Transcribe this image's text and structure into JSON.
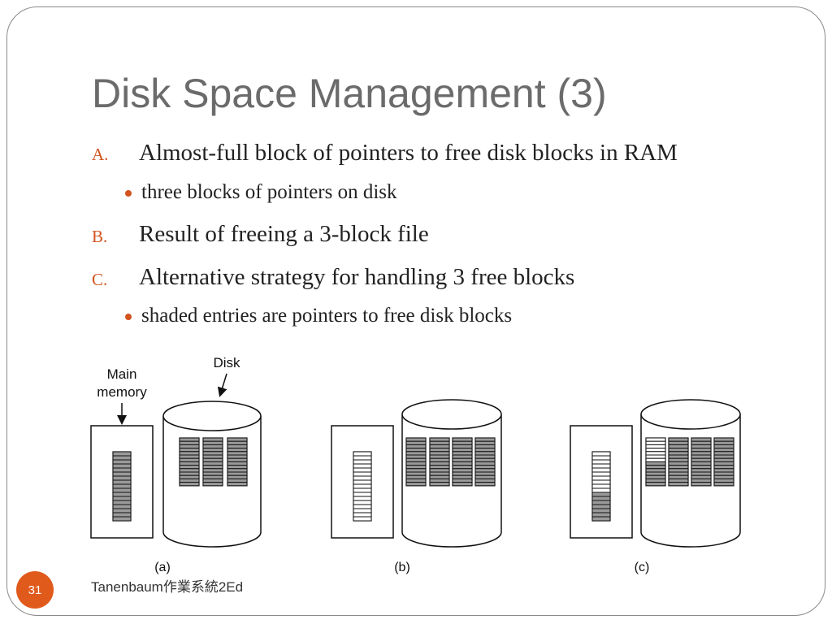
{
  "slide": {
    "title": "Disk Space Management (3)",
    "items": [
      {
        "marker": "A.",
        "text": "Almost-full block of pointers to free disk blocks in RAM"
      },
      {
        "sub": "three blocks of pointers on disk"
      },
      {
        "marker": "B.",
        "text": "Result of freeing a 3-block file"
      },
      {
        "marker": "C.",
        "text": "Alternative strategy for handling 3 free blocks"
      },
      {
        "sub": "shaded entries are pointers to free disk blocks"
      }
    ],
    "slide_number": "31",
    "footer": "Tanenbaum作業系統2Ed"
  },
  "figure": {
    "main_memory_label_line1": "Main",
    "main_memory_label_line2": "memory",
    "disk_label": "Disk",
    "panel_labels": [
      "(a)",
      "(b)",
      "(c)"
    ]
  },
  "colors": {
    "accent": "#d2531e",
    "slide_number_bg": "#e05a1c",
    "title": "#6b6b6b",
    "shaded_entry": "#9a9a9a"
  }
}
